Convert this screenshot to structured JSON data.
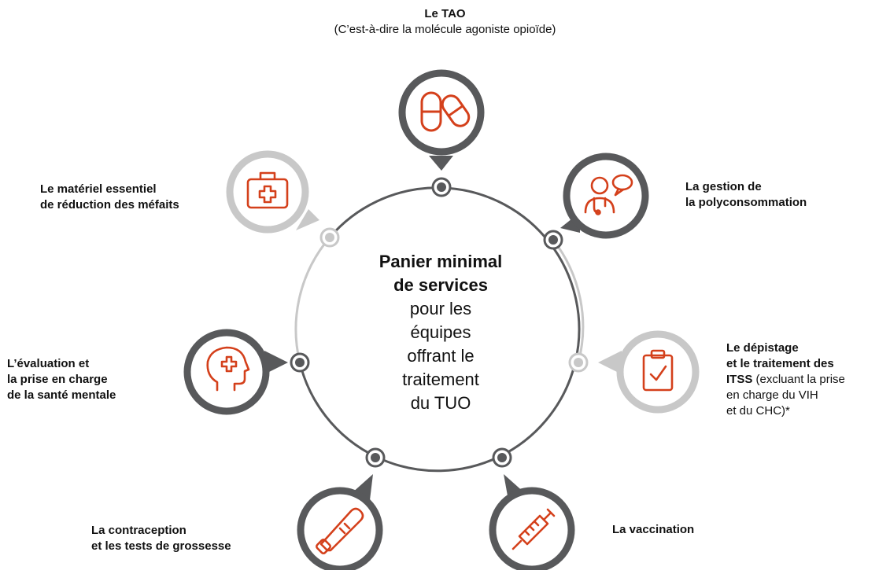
{
  "top_label": {
    "title": "Le TAO",
    "subtitle": "(C’est-à-dire la molécule agoniste opioïde)"
  },
  "center": {
    "line1": "Panier minimal",
    "line2": "de services",
    "line3": "pour les",
    "line4": "équipes",
    "line5": "offrant le",
    "line6": "traitement",
    "line7": "du TUO"
  },
  "nodes": {
    "harm_reduction": {
      "line1": "Le matériel essentiel",
      "line2": "de réduction des méfaits",
      "icon": "first-aid-kit-icon"
    },
    "polyconsumption": {
      "line1": "La gestion de",
      "line2": "la polyconsommation",
      "icon": "doctor-consult-icon"
    },
    "mental_health": {
      "line1": "L’évaluation et",
      "line2": "la prise en charge",
      "line3": "de la santé mentale",
      "icon": "head-plus-icon"
    },
    "itss": {
      "line1": "Le dépistage",
      "line2": "et le traitement des",
      "line3_bold": "ITSS",
      "line3_rest": " (excluant la prise",
      "line4": "en charge du VIH",
      "line5": "et du CHC)*",
      "icon": "clipboard-check-icon"
    },
    "contraception": {
      "line1": "La contraception",
      "line2": "et les tests de grossesse",
      "icon": "thermometer-icon"
    },
    "vaccination": {
      "line1": "La vaccination",
      "icon": "syringe-icon"
    },
    "tao": {
      "icon": "pills-icon"
    }
  },
  "colors": {
    "dark_gray": "#58595b",
    "light_gray": "#c8c8c8",
    "accent_orange": "#d4401b",
    "text": "#111111"
  }
}
